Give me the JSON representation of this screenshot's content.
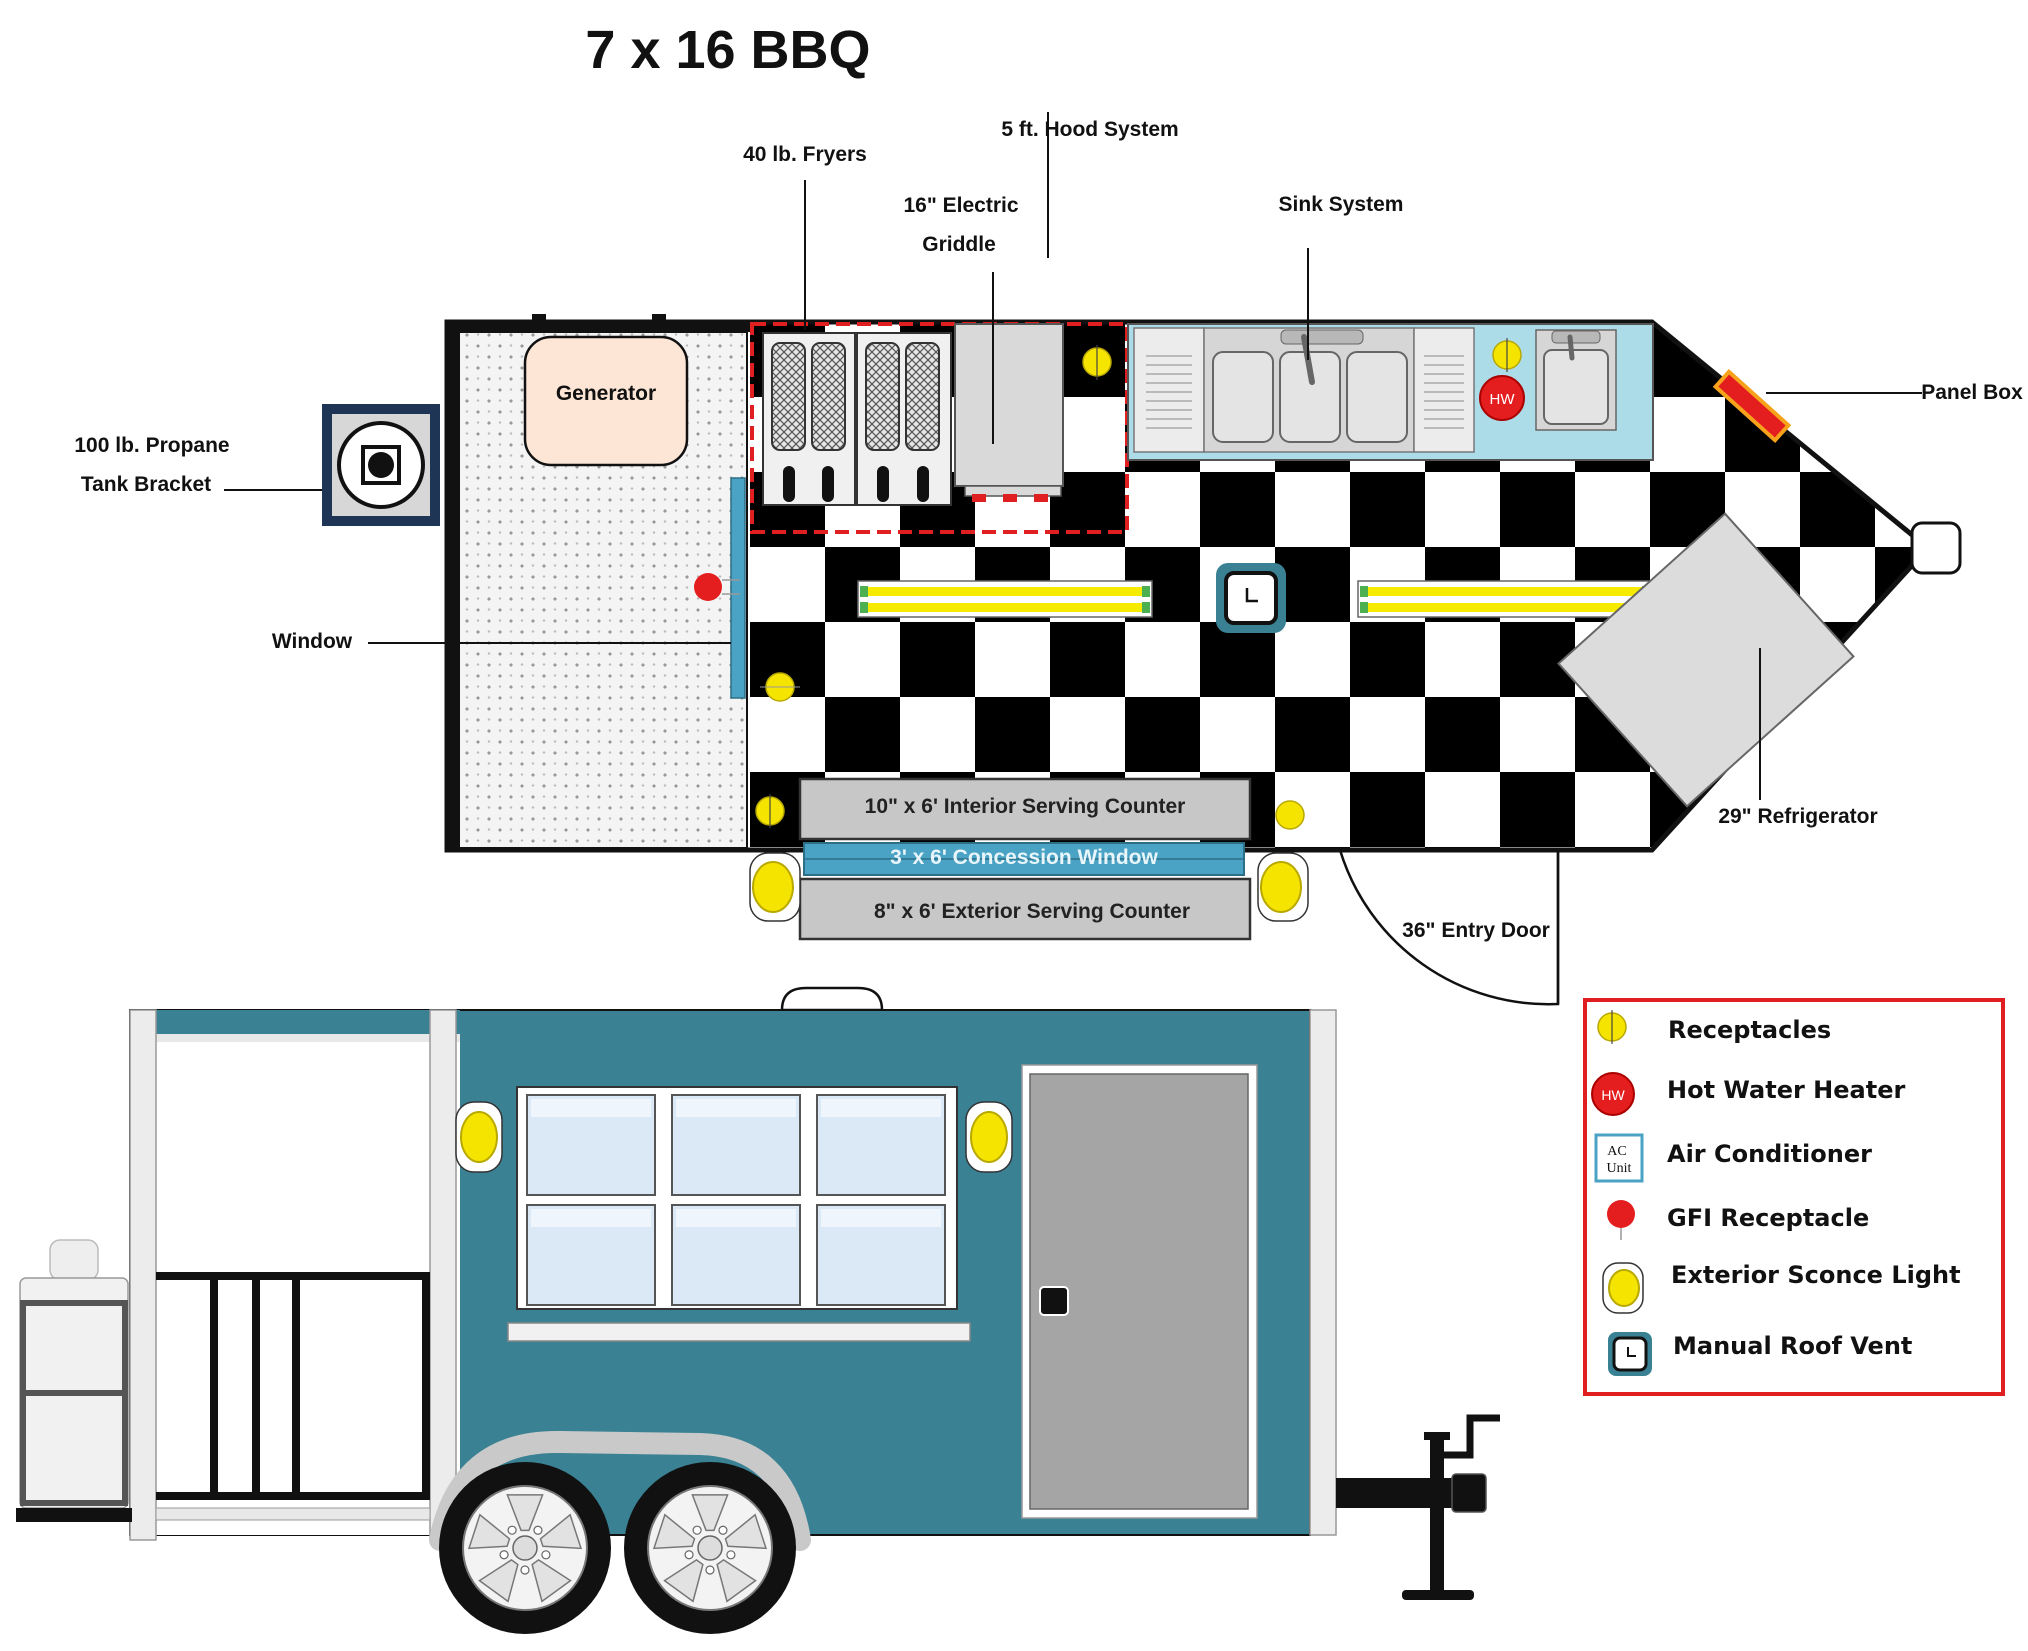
{
  "title": "7 x 16 BBQ",
  "labels": {
    "hood": "5 ft. Hood System",
    "fryers": "40 lb. Fryers",
    "griddle_line1": "16\" Electric",
    "griddle_line2": "Griddle",
    "sink": "Sink System",
    "panel": "Panel Box",
    "propane_line1": "100 lb. Propane",
    "propane_line2": "Tank Bracket",
    "generator": "Generator",
    "window": "Window",
    "refrigerator": "29\" Refrigerator",
    "entry_door": "36\" Entry Door",
    "interior_counter": "10\" x 6' Interior Serving Counter",
    "concession_window": "3' x 6' Concession Window",
    "exterior_counter": "8\" x 6' Exterior Serving Counter",
    "hw_badge": "HW"
  },
  "legend": {
    "items": [
      {
        "label": "Receptacles",
        "icon": "receptacle-icon"
      },
      {
        "label": "Hot Water Heater",
        "icon": "hot-water-heater-icon",
        "badge": "HW"
      },
      {
        "label": "Air Conditioner",
        "icon": "air-conditioner-icon",
        "badge_line1": "AC",
        "badge_line2": "Unit"
      },
      {
        "label": "GFI Receptacle",
        "icon": "gfi-receptacle-icon"
      },
      {
        "label": "Exterior Sconce Light",
        "icon": "sconce-light-icon"
      },
      {
        "label": "Manual Roof Vent",
        "icon": "roof-vent-icon"
      }
    ]
  },
  "colors": {
    "trailer_body": "#3a8193",
    "hood_outline": "#e02020",
    "receptacle": "#f5e400",
    "gfi": "#e41e1e",
    "legend_border": "#e02020",
    "sink_area": "#acdce8",
    "window_blue": "#4aa3c4",
    "generator_fill": "#fde6d6"
  }
}
